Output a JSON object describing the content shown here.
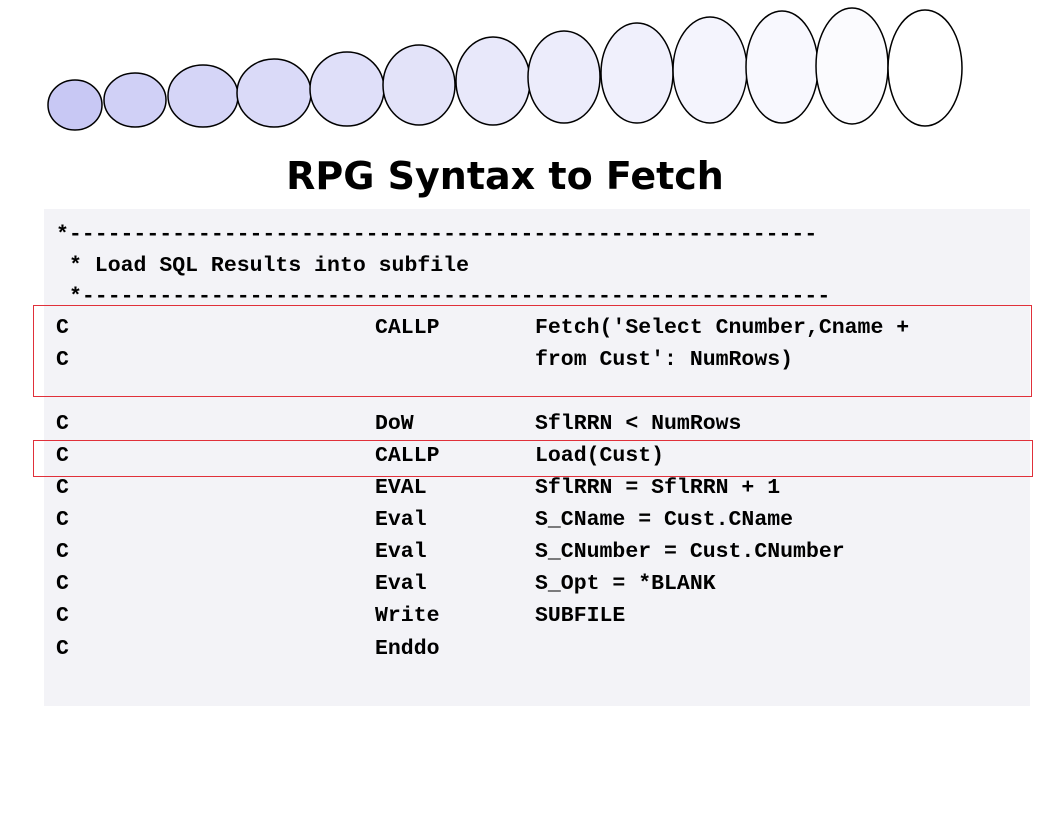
{
  "title": "RPG Syntax to Fetch",
  "colors": {
    "oval_fill_start": "#c8c8f4",
    "oval_fill_end": "#ffffff",
    "highlight": "#e0303a",
    "panel_bg": "#f3f3f7"
  },
  "decor": {
    "oval_count": 14
  },
  "code": {
    "comment_lines": [
      "*----------------------------------------------------------",
      "* Load SQL Results into subfile",
      "*----------------------------------------------------------"
    ],
    "lines": [
      {
        "spec": "C",
        "op": "CALLP",
        "ext": "Fetch('Select Cnumber,Cname +"
      },
      {
        "spec": "C",
        "op": "",
        "ext": "from Cust': NumRows)"
      },
      {
        "spec": "C",
        "op": "DoW",
        "ext": "SflRRN < NumRows"
      },
      {
        "spec": "C",
        "op": "CALLP",
        "ext": "Load(Cust)"
      },
      {
        "spec": "C",
        "op": "EVAL",
        "ext": "SflRRN = SflRRN + 1"
      },
      {
        "spec": "C",
        "op": "Eval",
        "ext": "S_CName = Cust.CName"
      },
      {
        "spec": "C",
        "op": "Eval",
        "ext": "S_CNumber = Cust.CNumber"
      },
      {
        "spec": "C",
        "op": "Eval",
        "ext": "S_Opt = *BLANK"
      },
      {
        "spec": "C",
        "op": "Write",
        "ext": "SUBFILE"
      },
      {
        "spec": "C",
        "op": "Enddo",
        "ext": ""
      }
    ]
  }
}
